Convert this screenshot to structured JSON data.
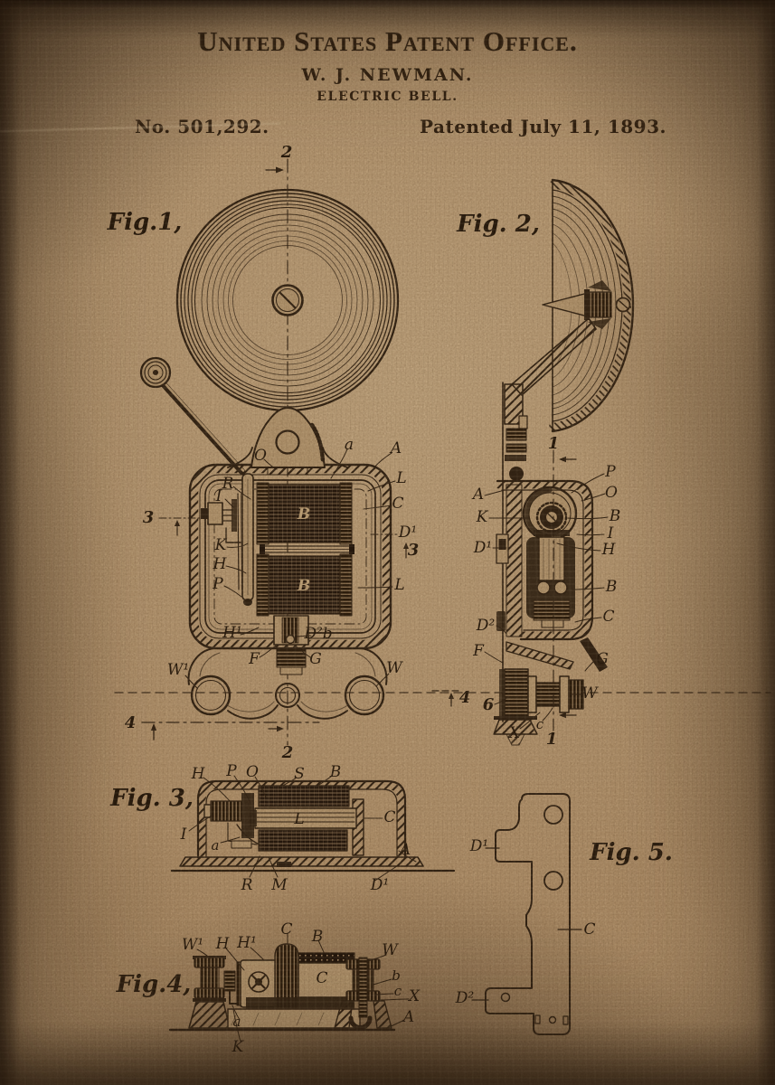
{
  "header": {
    "office_title": "United States Patent Office.",
    "inventor": "W. J. NEWMAN.",
    "invention": "ELECTRIC BELL.",
    "patent_number": "No. 501,292.",
    "patent_date": "Patented July 11, 1893."
  },
  "colors": {
    "ink": "#3b2a18",
    "paper": "#c7aa81"
  },
  "figures": {
    "fig1": {
      "label": "Fig.1,",
      "refs": [
        "2",
        "O",
        "a",
        "A",
        "L",
        "C",
        "D¹",
        "3",
        "L",
        "R",
        "I",
        "3",
        "K",
        "H",
        "P",
        "B",
        "B",
        "H¹",
        "D²b",
        "F",
        "G",
        "W¹",
        "W",
        "4",
        "2"
      ]
    },
    "fig2": {
      "label": "Fig. 2,",
      "refs": [
        "1",
        "P",
        "O",
        "B",
        "I",
        "H",
        "B",
        "C",
        "G",
        "W",
        "A",
        "K",
        "D¹",
        "D²",
        "F",
        "4",
        "6",
        "X",
        "c",
        "1"
      ]
    },
    "fig3": {
      "label": "Fig. 3,",
      "refs": [
        "H",
        "P",
        "O",
        "S",
        "B",
        "I",
        "a",
        "C",
        "A",
        "D¹",
        "R",
        "M",
        "L"
      ]
    },
    "fig4": {
      "label": "Fig.4,",
      "refs": [
        "W¹",
        "H",
        "H¹",
        "C",
        "B",
        "W",
        "b",
        "c",
        "X",
        "A",
        "C",
        "a",
        "K"
      ]
    },
    "fig5": {
      "label": "Fig. 5.",
      "refs": [
        "D¹",
        "C",
        "D²"
      ]
    }
  }
}
